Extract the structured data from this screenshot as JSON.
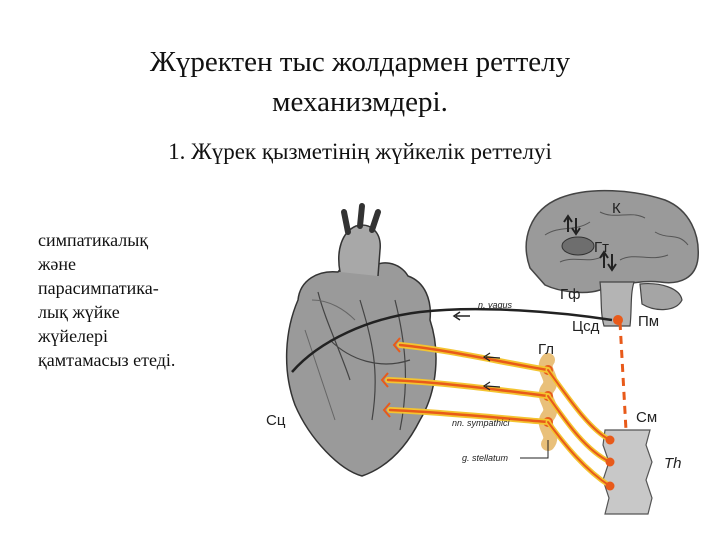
{
  "slide": {
    "title_line1": "Жүректен тыс жолдармен реттелу",
    "title_line2": "механизмдері.",
    "subtitle": "1. Жүрек қызметінің  жүйкелік реттелуі",
    "body_lines": [
      "симпатикалық",
      "және",
      "парасимпатика-",
      "лық жүйке",
      "жүйелері",
      "қамтамасыз етеді."
    ]
  },
  "diagram": {
    "labels": {
      "cortex": "К",
      "hypothalamus": "Гт",
      "hypophysis": "Гф",
      "medulla": "Пм",
      "cardio_center": "Цсд",
      "ganglion": "Гл",
      "spinal_cord": "См",
      "thoracic": "Th",
      "heart_center": "Сц",
      "n_vagus": "n. vagus",
      "nn_sympathici": "nn. sympathici",
      "g_stellatum": "g. stellatum"
    },
    "colors": {
      "nerve_orange": "#e85a1a",
      "nerve_yellow": "#f4c430",
      "vagus": "#222222",
      "brain_gray": "#8c8c8c",
      "heart_gray": "#9a9a9a"
    }
  }
}
